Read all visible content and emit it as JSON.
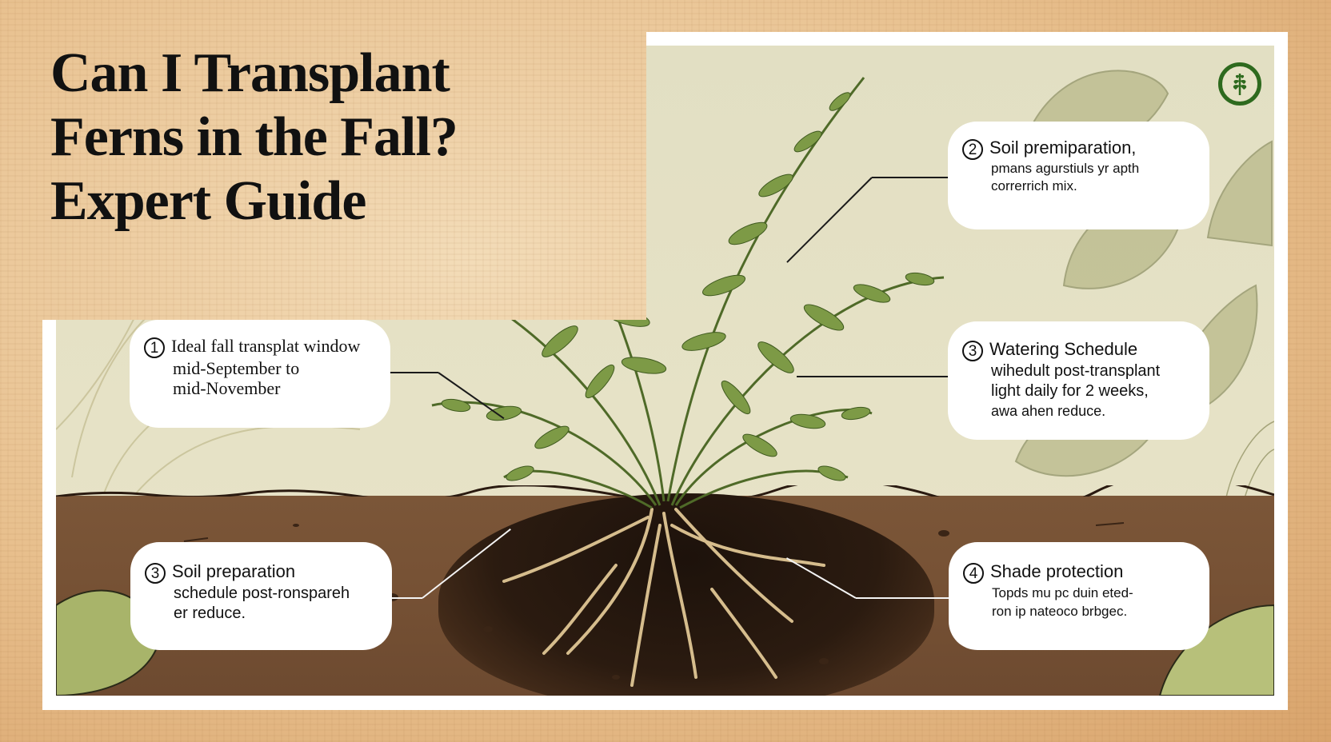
{
  "title": {
    "lines": [
      "Can I Transplant",
      "Ferns in the Fall?",
      "Expert Guide"
    ]
  },
  "logo": {
    "icon": "leaf-sprig-icon",
    "color": "#2e6a1e"
  },
  "callouts": [
    {
      "number": "1",
      "title": "Ideal fall transplat window",
      "body": [
        "mid-September to",
        "mid-November"
      ]
    },
    {
      "number": "2",
      "title": "Soil premiparation,",
      "body": [
        "pmans agurstiuls yr apth",
        "correrrich mix."
      ]
    },
    {
      "number": "3",
      "title": "Watering Schedule",
      "body": [
        "wihedult post-transplant",
        "light daily for 2 weeks,",
        "awa ahen reduce."
      ]
    },
    {
      "number": "3",
      "title": "Soil preparation",
      "body": [
        "schedule post-ronspareh",
        "er reduce."
      ]
    },
    {
      "number": "4",
      "title": "Shade protection",
      "body": [
        "Topds mu pc duin eted-",
        "ron ip nateoco brbgec."
      ]
    }
  ],
  "colors": {
    "parchment": "#e8c08e",
    "scene_bg": "#e4e0c4",
    "soil": "#775235",
    "fern_green": "#6f8f3a",
    "root": "#d9bf8f",
    "frame": "#ffffff"
  }
}
